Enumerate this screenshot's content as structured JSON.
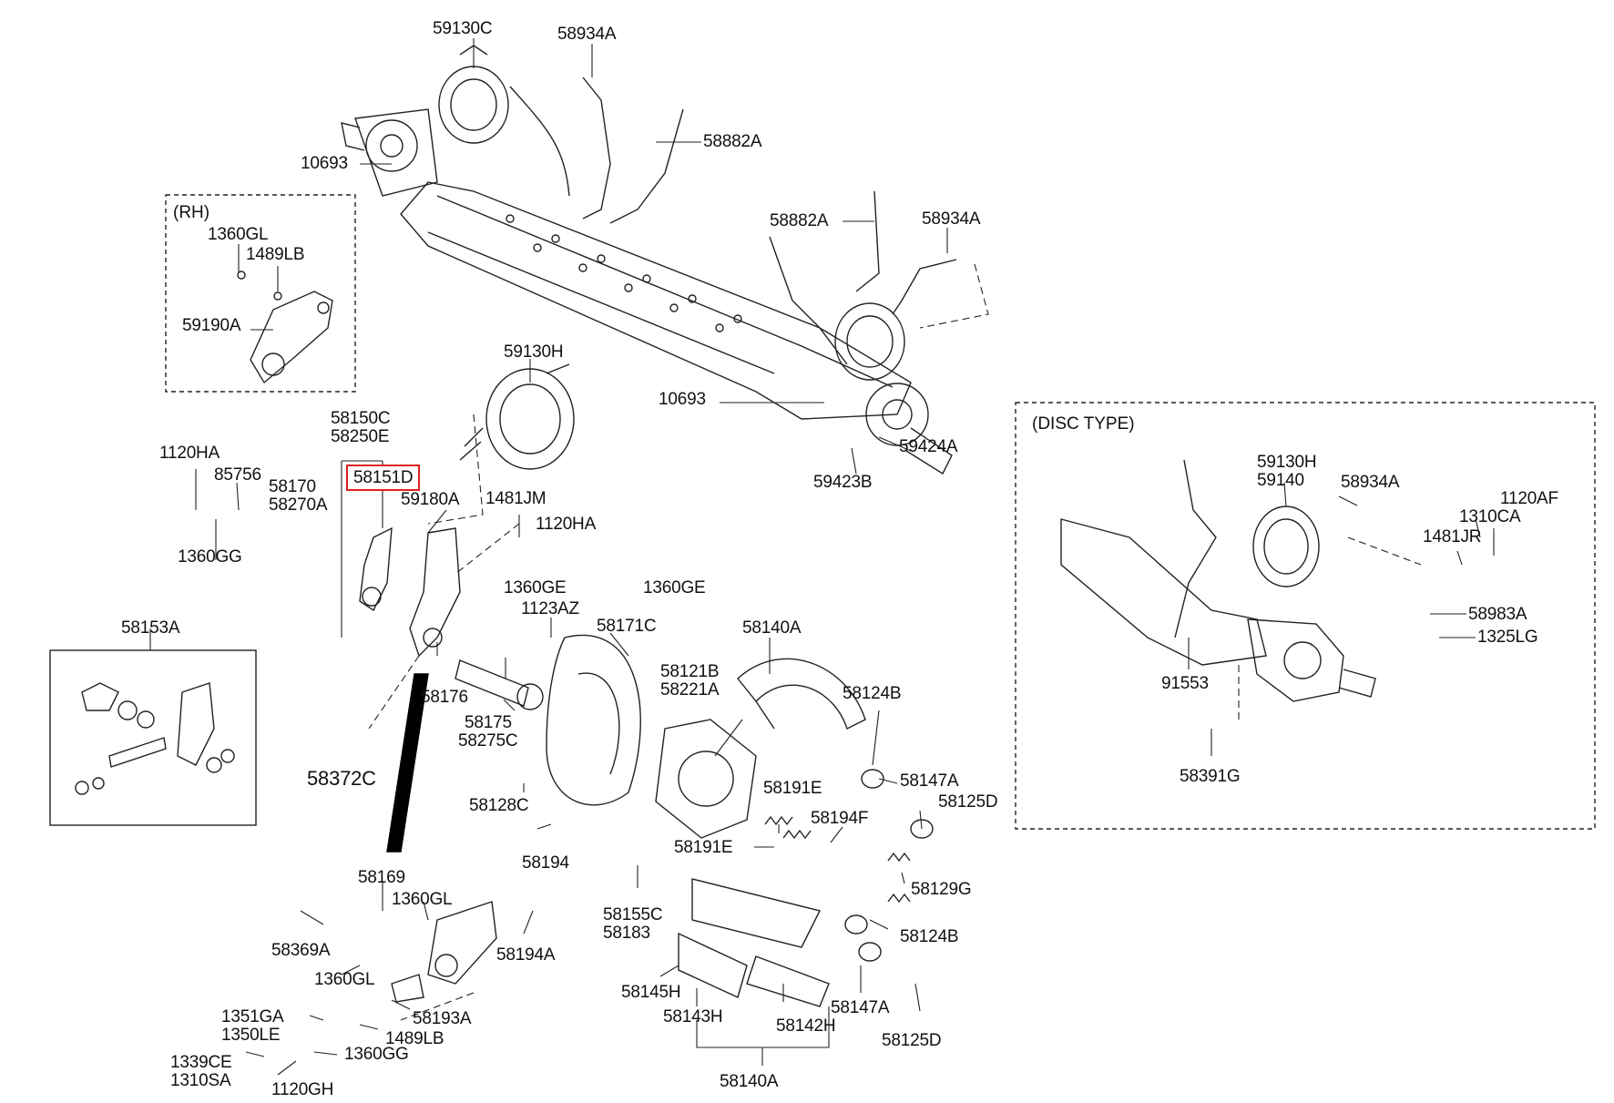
{
  "groups": {
    "rh": "(RH)",
    "disc_type": "(DISC TYPE)"
  },
  "highlight_color": "#e02020",
  "parts": {
    "p59130C": "59130C",
    "p58934A_top": "58934A",
    "p58882A_top": "58882A",
    "p10693_top": "10693",
    "p1360GL_rh": "1360GL",
    "p1489LB_rh": "1489LB",
    "p59190A": "59190A",
    "p58882A_mid": "58882A",
    "p58934A_mid": "58934A",
    "p59130H": "59130H",
    "p10693_mid": "10693",
    "p59424A": "59424A",
    "p59423B": "59423B",
    "p58150C": "58150C",
    "p58250E": "58250E",
    "p58151D": "58151D",
    "p1120HA_l": "1120HA",
    "p85756": "85756",
    "p58170": "58170",
    "p58270A": "58270A",
    "p1360GG_l": "1360GG",
    "p59180A": "59180A",
    "p1481JM": "1481JM",
    "p1120HA_m": "1120HA",
    "p1360GE_a": "1360GE",
    "p1360GE_b": "1360GE",
    "p1123AZ": "1123AZ",
    "p58171C": "58171C",
    "p58153A": "58153A",
    "p58176": "58176",
    "p58175": "58175",
    "p58275C": "58275C",
    "p58372C": "58372C",
    "p58128C": "58128C",
    "p58194": "58194",
    "p58140A_top": "58140A",
    "p58121B": "58121B",
    "p58221A": "58221A",
    "p58124B_top": "58124B",
    "p58147A_top": "58147A",
    "p58125D_top": "58125D",
    "p58191E_a": "58191E",
    "p58194F": "58194F",
    "p58191E_b": "58191E",
    "p58129G": "58129G",
    "p58155C": "58155C",
    "p58183": "58183",
    "p58124B_bot": "58124B",
    "p58145H": "58145H",
    "p58143H": "58143H",
    "p58142H": "58142H",
    "p58147A_bot": "58147A",
    "p58125D_bot": "58125D",
    "p58140A_bot": "58140A",
    "p58169": "58169",
    "p1360GL_b1": "1360GL",
    "p58369A": "58369A",
    "p58194A": "58194A",
    "p1360GL_b2": "1360GL",
    "p58193A": "58193A",
    "p1351GA": "1351GA",
    "p1350LE": "1350LE",
    "p1489LB_b": "1489LB",
    "p1339CE": "1339CE",
    "p1310SA": "1310SA",
    "p1360GG_b": "1360GG",
    "p1120GH": "1120GH",
    "p59130H_d": "59130H",
    "p59140": "59140",
    "p58934A_d": "58934A",
    "p1120AF": "1120AF",
    "p1310CA": "1310CA",
    "p1481JR": "1481JR",
    "p58983A": "58983A",
    "p1325LG": "1325LG",
    "p91553": "91553",
    "p58391G": "58391G"
  }
}
